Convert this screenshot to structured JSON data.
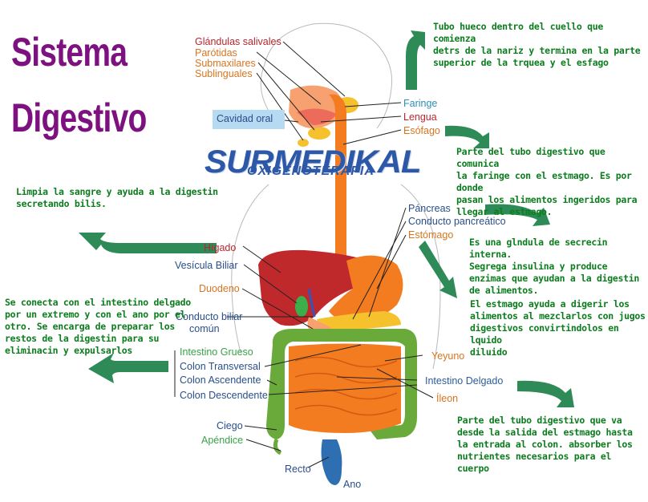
{
  "title": {
    "line1": "Sistema",
    "line2": "Digestivo"
  },
  "logo": {
    "brand": "SURMEDIKAL",
    "sub": "OXIGENOTERAPIA"
  },
  "colors": {
    "title": "#7d1180",
    "descriptions": "#0c7d1e",
    "arrows": "#2e8b57",
    "organ_orange": "#f47c20",
    "liver": "#c0292b",
    "colon": "#6aaa3a"
  },
  "labels": {
    "glandulas_salivales": "Glándulas salivales",
    "parotidas": "Parótidas",
    "submaxilares": "Submaxilares",
    "sublinguales": "Sublinguales",
    "cavidad_oral": "Cavidad oral",
    "faringe": "Faringe",
    "lengua": "Lengua",
    "esofago": "Esófago",
    "pancreas": "Páncreas",
    "conducto_pancreatico": "Conducto pancreático",
    "estomago": "Estómago",
    "higado": "Hígado",
    "vesicula_biliar": "Vesícula Biliar",
    "duodeno": "Duodeno",
    "conducto_biliar_1": "Conducto biliar",
    "conducto_biliar_2": "común",
    "intestino_grueso": "Intestino Grueso",
    "colon_transversal": "Colon Transversal",
    "colon_ascendente": "Colon Ascendente",
    "colon_descendente": "Colon Descendente",
    "ciego": "Ciego",
    "apendice": "Apéndice",
    "recto": "Recto",
    "ano": "Ano",
    "yeyuno": "Yeyuno",
    "intestino_delgado": "Intestino Delgado",
    "ileon": "Íleon"
  },
  "descriptions": {
    "faringe": [
      "Tubo hueco dentro del cuello que comienza",
      "detrs de la nariz y termina en la parte",
      "superior de la trquea y el esfago"
    ],
    "esofago": [
      "Parte del tubo digestivo que comunica",
      "la faringe con el estmago. Es por donde",
      "pasan los alimentos ingeridos para",
      "llegar al estmago."
    ],
    "higado": [
      "Limpia la sangre y ayuda a la digestin",
      "secretando bilis."
    ],
    "pancreas": [
      "Es una glndula de secrecin interna.",
      "Segrega insulina y  produce",
      "enzimas que ayudan a la digestin",
      "de alimentos."
    ],
    "estomago": [
      "El estmago ayuda a digerir los",
      "alimentos al mezclarlos con jugos",
      "digestivos convirtindolos en lquido",
      "diluido"
    ],
    "intestino_grueso": [
      "Se conecta con el intestino delgado",
      "por un extremo y con el ano por el",
      "otro. Se encarga de preparar los",
      "restos de la digestin para su",
      "eliminacin y expulsarlos"
    ],
    "intestino_delgado": [
      "Parte del tubo digestivo que va",
      "desde la salida del estmago hasta",
      "la entrada al colon. absorber los",
      "nutrientes necesarios para el cuerpo"
    ]
  }
}
